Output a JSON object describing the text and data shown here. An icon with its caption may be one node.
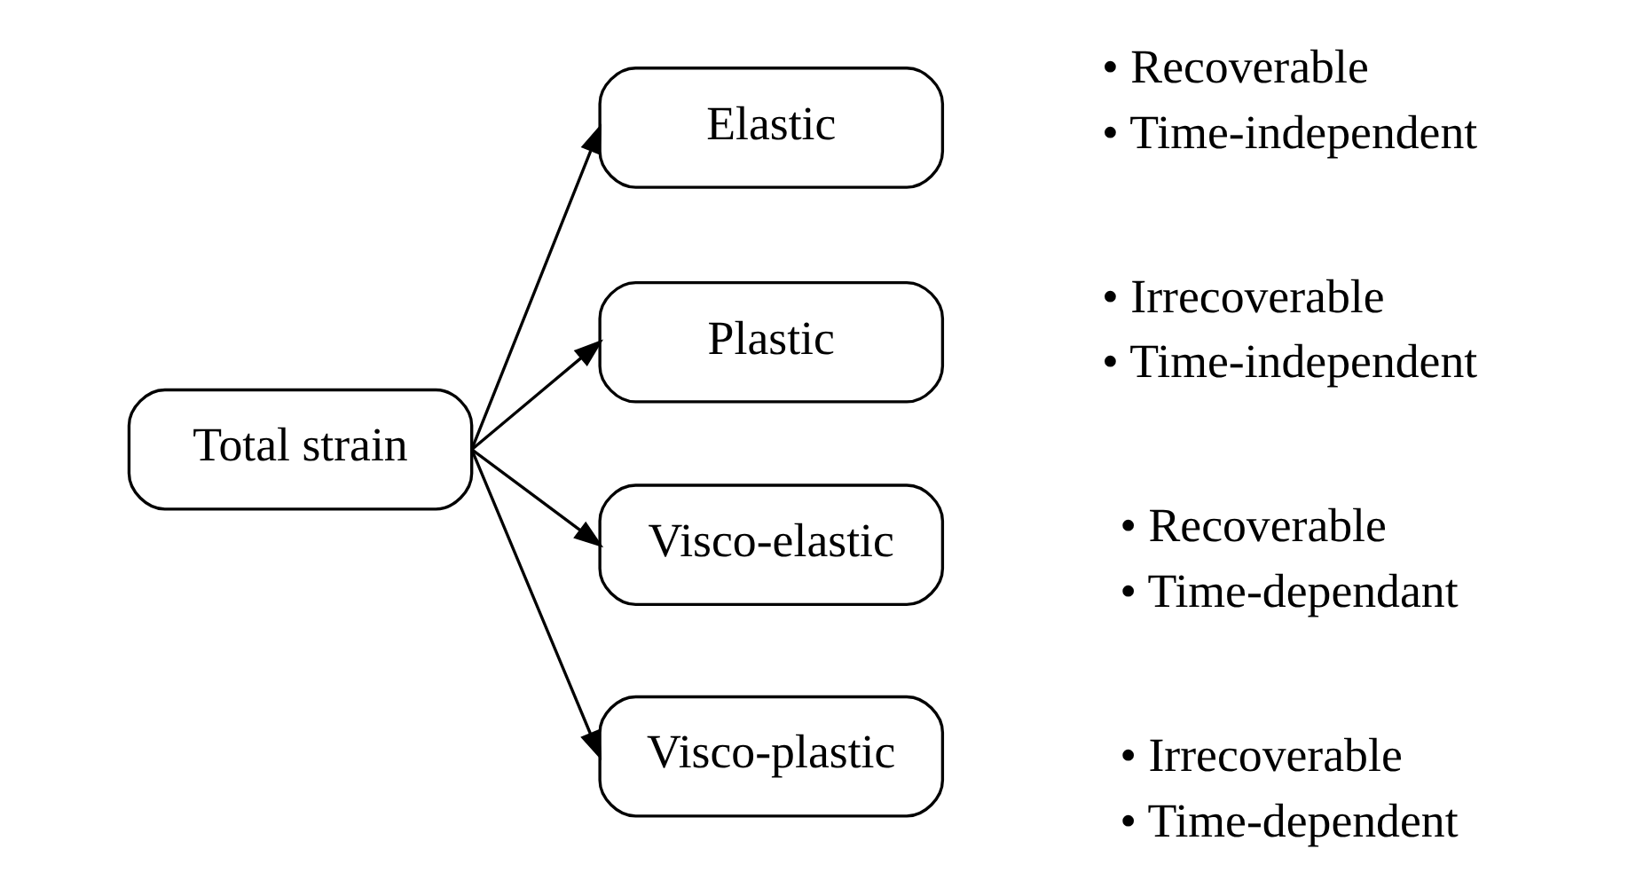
{
  "diagram": {
    "nodes": [
      {
        "text": [
          "Total strain"
        ]
      },
      {
        "text": [
          "Elastic"
        ],
        "beside": [
          "• Recoverable",
          "• Time-independent"
        ]
      },
      {
        "text": [
          "Plastic"
        ],
        "beside": [
          "• Irrecoverable",
          "• Time-independent"
        ]
      },
      {
        "text": [
          "Visco-elastic"
        ],
        "beside": [
          "• Recoverable",
          "• Time-dependant"
        ]
      },
      {
        "text": [
          "Visco-plastic"
        ],
        "beside": [
          "• Irrecoverable",
          "• Time-dependent"
        ]
      }
    ],
    "edges": [
      {
        "from": 0,
        "to": 1,
        "arrow": "to"
      },
      {
        "from": 0,
        "to": 2,
        "arrow": "to"
      },
      {
        "from": 0,
        "to": 3,
        "arrow": "to"
      },
      {
        "from": 0,
        "to": 4,
        "arrow": "to"
      }
    ]
  }
}
